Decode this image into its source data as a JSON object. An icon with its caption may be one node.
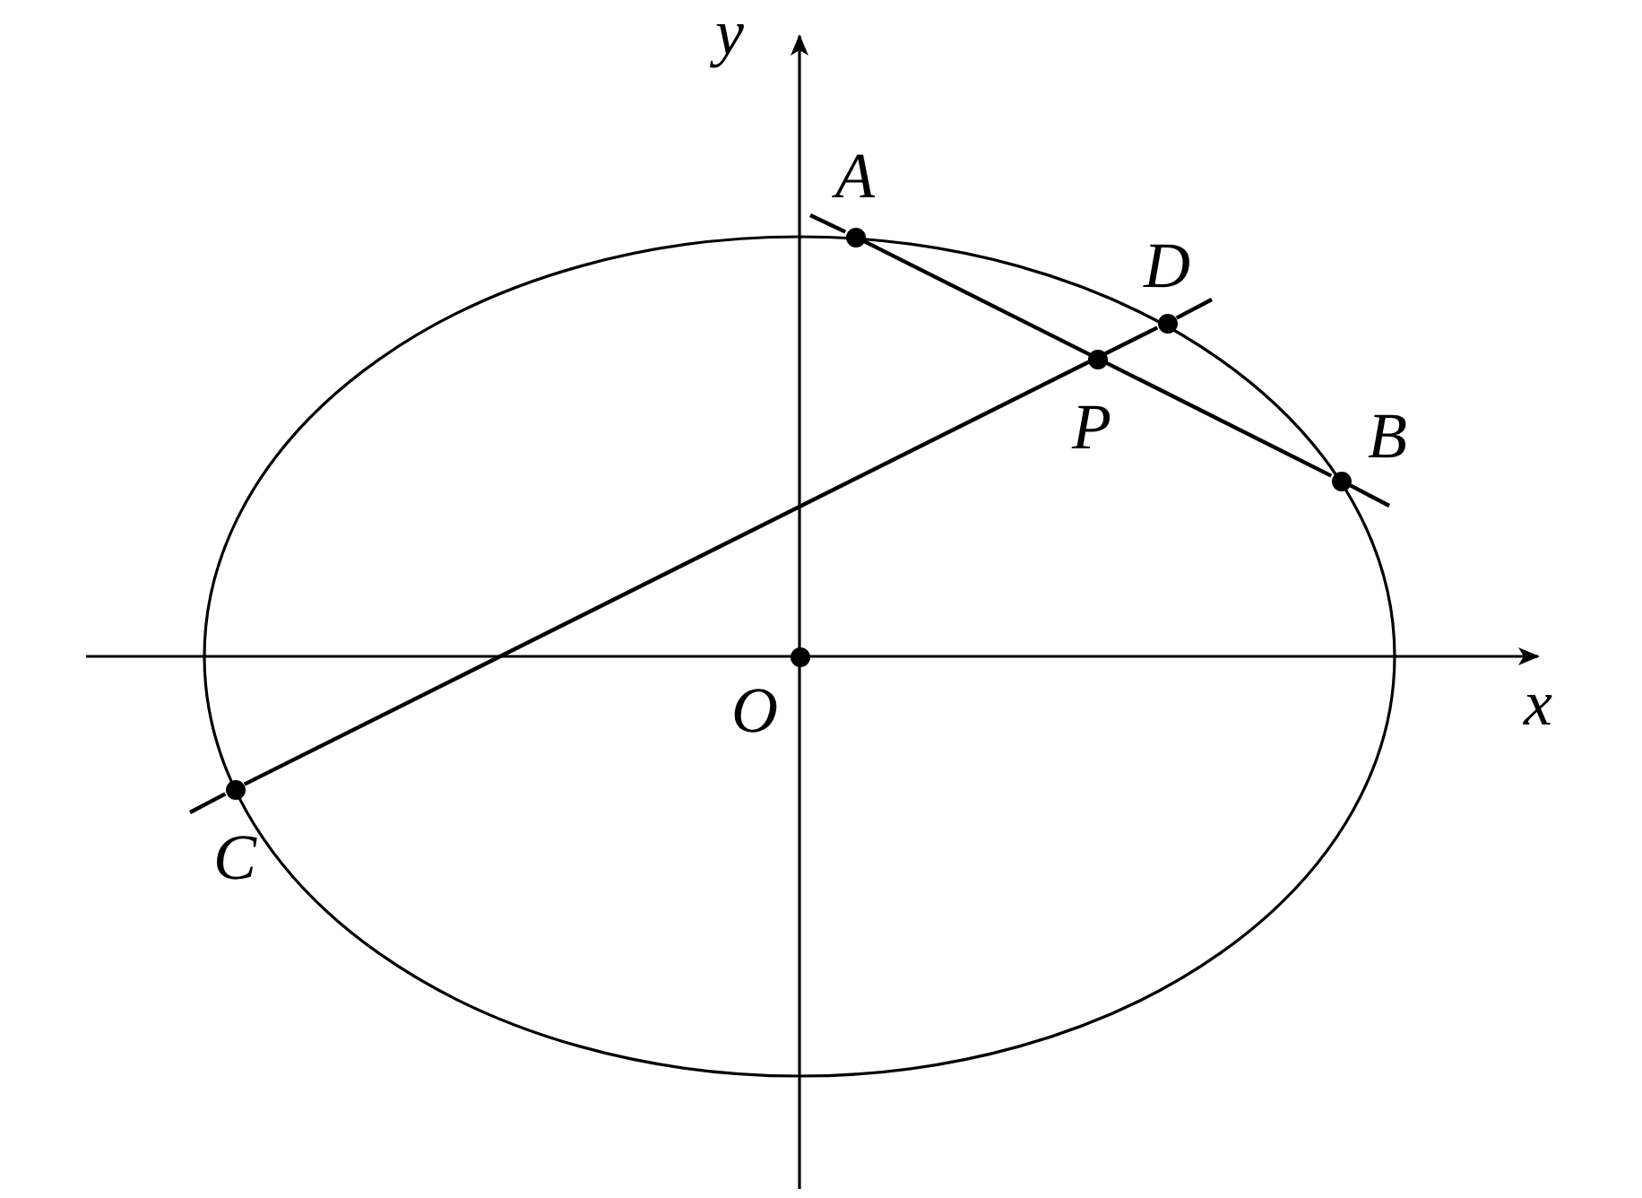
{
  "diagram": {
    "nodes": [
      {
        "text": [
          "A"
        ]
      },
      {
        "text": [
          "D"
        ]
      },
      {
        "text": [
          "P"
        ]
      },
      {
        "text": [
          "B"
        ]
      },
      {
        "text": [
          "O"
        ]
      },
      {
        "text": [
          "C"
        ]
      }
    ],
    "edges": [
      {
        "from": 0,
        "to": 3,
        "arrow": "none"
      },
      {
        "from": 5,
        "to": 1,
        "arrow": "none"
      }
    ],
    "labels": [
      "y",
      "x"
    ]
  }
}
